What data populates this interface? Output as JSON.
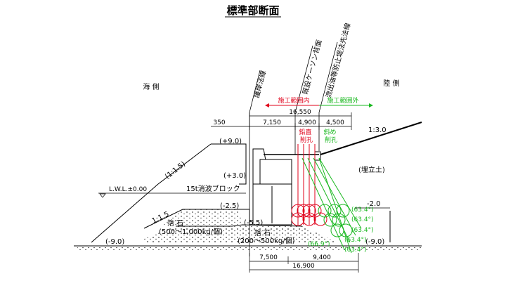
{
  "diagram": {
    "title": "標準部断面",
    "labels": {
      "sea_side": "海 側",
      "land_side": "陸 側",
      "revetment_line": "護岸法線",
      "caisson_back": "既設ケーソン背面",
      "oil_barrier_line": "流出油等防止堤法先法線",
      "work_area_inside": "施工範囲内",
      "work_area_outside": "施工範囲外",
      "block": "15t消波ブロック",
      "lwl": "L.W.L.±0.00",
      "reclaimed": "(埋立土)",
      "rubble_1_title": "捨 石",
      "rubble_1_spec": "(500～1,000kg/個)",
      "rubble_2_title": "捨 石",
      "rubble_2_spec": "(200～500kg/個)",
      "vertical_holes": "鉛直\n削孔",
      "inclined_holes": "斜め\n削孔",
      "slope_1_5_upper": "(1:1.5)",
      "slope_1_5_lower": "1:1.5",
      "slope_3": "1:3.0"
    },
    "elevations": {
      "e_plus9": "(+9.0)",
      "e_plus3": "(+3.0)",
      "e_minus2_5": "(-2.5)",
      "e_minus5_5": "(-5.5)",
      "e_minus9_left": "(-9.0)",
      "e_minus9_right": "(-9.0)",
      "e_minus2": "-2.0"
    },
    "dimensions": {
      "d_350": "350",
      "d_7150": "7,150",
      "d_4900": "4,900",
      "d_4500": "4,500",
      "d_16550": "16,550",
      "d_7500": "7,500",
      "d_9400": "9,400",
      "d_16900": "16,900"
    },
    "angles": {
      "a1": "(63.4°)",
      "a2": "(63.4°)",
      "a3": "(63.4°)",
      "a4": "(63.4°)",
      "a5": "(63.4°)",
      "a6": "(66.9°)"
    },
    "colors": {
      "red": "#e0001a",
      "green": "#19b81f",
      "line": "#000000"
    }
  }
}
